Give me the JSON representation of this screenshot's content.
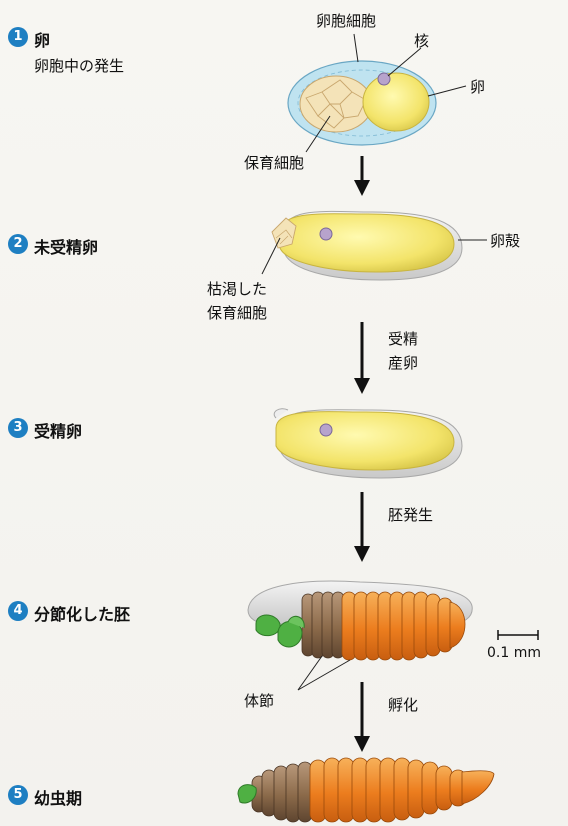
{
  "steps": [
    {
      "num": "1",
      "label": "卵",
      "sublabel": "卵胞中の発生"
    },
    {
      "num": "2",
      "label": "未受精卵"
    },
    {
      "num": "3",
      "label": "受精卵"
    },
    {
      "num": "4",
      "label": "分節化した胚"
    },
    {
      "num": "5",
      "label": "幼虫期"
    }
  ],
  "labels": {
    "follicle_cell": "卵胞細胞",
    "nucleus": "核",
    "egg": "卵",
    "nurse_cells": "保育細胞",
    "eggshell": "卵殻",
    "withered_nurse_line1": "枯渇した",
    "withered_nurse_line2": "保育細胞",
    "fertilization_line1": "受精",
    "fertilization_line2": "産卵",
    "embryogenesis": "胚発生",
    "segments": "体節",
    "hatching": "孵化",
    "scale": "0.1 mm"
  },
  "colors": {
    "step_badge": "#1e7fc2",
    "yolk": "#f5e96a",
    "follicle": "#bfe3f0",
    "nurse": "#f4e3b8",
    "shell": "#dcdcdc",
    "nucleus": "#b7a3cc",
    "segment_orange": "#ee8a2a",
    "segment_brown": "#8b6a4a",
    "head_green": "#4fb043"
  }
}
